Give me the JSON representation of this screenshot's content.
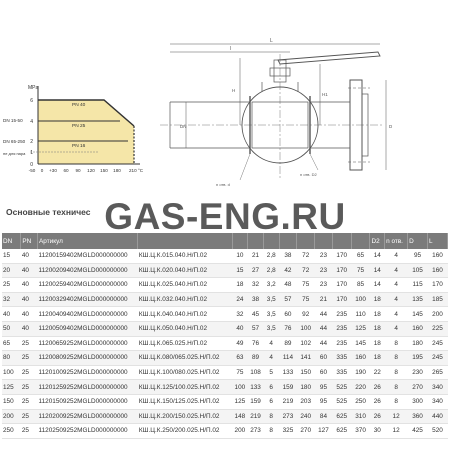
{
  "chart": {
    "unit_label": "MPa",
    "y_ticks": [
      "6",
      "4",
      "2",
      "1",
      "0"
    ],
    "x_ticks": [
      "-50",
      "0",
      "+30",
      "60",
      "90",
      "120",
      "150",
      "180",
      "210 °C"
    ],
    "band_labels": [
      "PN 40",
      "PN 25",
      "PN 16"
    ],
    "dn_labels": [
      "DN 15-50",
      "DN 65-250"
    ],
    "extra_label": "не для пара"
  },
  "drawing": {
    "dim_l": "L",
    "dim_l1": "l",
    "dim_dn": "DN",
    "dim_d": "D",
    "dim_h": "H",
    "dim_h1": "H1",
    "note_1": "n отв. d",
    "note_2": "n отв. D2"
  },
  "section_title": "Основные техничес",
  "watermark": "GAS-ENG.RU",
  "table": {
    "headers": [
      "DN",
      "PN",
      "Артикул",
      "",
      "",
      "",
      "",
      "",
      "",
      "",
      "",
      "D2",
      "n отв.",
      "D",
      "L"
    ],
    "rows": [
      [
        "15",
        "40",
        "11200159402MGLD000000000",
        "КШ.Ц.К.015.040.Н/П.02",
        "10",
        "21",
        "2,8",
        "38",
        "72",
        "23",
        "170",
        "65",
        "14",
        "4",
        "95",
        "160"
      ],
      [
        "20",
        "40",
        "11200209402MGLD000000000",
        "КШ.Ц.К.020.040.Н/П.02",
        "15",
        "27",
        "2,8",
        "42",
        "72",
        "23",
        "170",
        "75",
        "14",
        "4",
        "105",
        "160"
      ],
      [
        "25",
        "40",
        "11200259402MGLD000000000",
        "КШ.Ц.К.025.040.Н/П.02",
        "18",
        "32",
        "3,2",
        "48",
        "75",
        "23",
        "170",
        "85",
        "14",
        "4",
        "115",
        "170"
      ],
      [
        "32",
        "40",
        "11200329402MGLD000000000",
        "КШ.Ц.К.032.040.Н/П.02",
        "24",
        "38",
        "3,5",
        "57",
        "75",
        "21",
        "170",
        "100",
        "18",
        "4",
        "135",
        "185"
      ],
      [
        "40",
        "40",
        "11200409402MGLD000000000",
        "КШ.Ц.К.040.040.Н/П.02",
        "32",
        "45",
        "3,5",
        "60",
        "92",
        "44",
        "235",
        "110",
        "18",
        "4",
        "145",
        "200"
      ],
      [
        "50",
        "40",
        "11200509402MGLD000000000",
        "КШ.Ц.К.050.040.Н/П.02",
        "40",
        "57",
        "3,5",
        "76",
        "100",
        "44",
        "235",
        "125",
        "18",
        "4",
        "160",
        "225"
      ],
      [
        "65",
        "25",
        "11200659252MGLD000000000",
        "КШ.Ц.К.065.025.Н/П.02",
        "49",
        "76",
        "4",
        "89",
        "102",
        "44",
        "235",
        "145",
        "18",
        "8",
        "180",
        "245"
      ],
      [
        "80",
        "25",
        "11200809252MGLD000000000",
        "КШ.Ц.К.080/065.025.Н/П.02",
        "63",
        "89",
        "4",
        "114",
        "141",
        "60",
        "335",
        "160",
        "18",
        "8",
        "195",
        "245"
      ],
      [
        "100",
        "25",
        "11201009252MGLD000000000",
        "КШ.Ц.К.100/080.025.Н/П.02",
        "75",
        "108",
        "5",
        "133",
        "150",
        "60",
        "335",
        "190",
        "22",
        "8",
        "230",
        "265"
      ],
      [
        "125",
        "25",
        "11201259252MGLD000000000",
        "КШ.Ц.К.125/100.025.Н/П.02",
        "100",
        "133",
        "6",
        "159",
        "180",
        "95",
        "525",
        "220",
        "26",
        "8",
        "270",
        "340"
      ],
      [
        "150",
        "25",
        "11201509252MGLD000000000",
        "КШ.Ц.К.150/125.025.Н/П.02",
        "125",
        "159",
        "6",
        "219",
        "203",
        "95",
        "525",
        "250",
        "26",
        "8",
        "300",
        "340"
      ],
      [
        "200",
        "25",
        "11202009252MGLD000000000",
        "КШ.Ц.К.200/150.025.Н/П.02",
        "148",
        "219",
        "8",
        "273",
        "240",
        "84",
        "625",
        "310",
        "26",
        "12",
        "360",
        "440"
      ],
      [
        "250",
        "25",
        "11202509252MGLD000000000",
        "КШ.Ц.К.250/200.025.Н/П.02",
        "200",
        "273",
        "8",
        "325",
        "270",
        "127",
        "625",
        "370",
        "30",
        "12",
        "425",
        "520"
      ]
    ]
  },
  "colors": {
    "chart_fill": "#f5e6a8",
    "chart_line": "#333333",
    "header_bg": "#7b7b7b",
    "watermark": "#5a5a5a"
  }
}
